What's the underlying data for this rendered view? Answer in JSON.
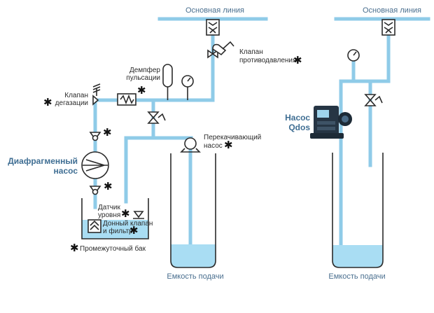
{
  "main_line_left": "Основная линия",
  "main_line_right": "Основная линия",
  "back_pressure_valve": [
    "Клапан",
    "противодавления"
  ],
  "pulsation_damper": [
    "Демпфер",
    "пульсации"
  ],
  "degassing_valve": [
    "Клапан",
    "дегазации"
  ],
  "diaphragm_pump": [
    "Диафрагменный",
    "насос"
  ],
  "transfer_pump": [
    "Перекачивающий",
    "насос"
  ],
  "level_sensor": [
    "Датчик",
    "уровня"
  ],
  "foot_valve": [
    "Донный клапан",
    "и фильтр"
  ],
  "intermediate_tank": "Промежуточный бак",
  "feed_tank_left": "Емкость подачи",
  "feed_tank_right": "Емкость подачи",
  "qdos_pump": [
    "Насос",
    "Qdos"
  ],
  "star_symbol": "✱",
  "colors": {
    "pipe": "#8fcbe8",
    "liquid": "#a9ddf3",
    "label_accent": "#3f6e93",
    "line": "#2b2b2b"
  }
}
